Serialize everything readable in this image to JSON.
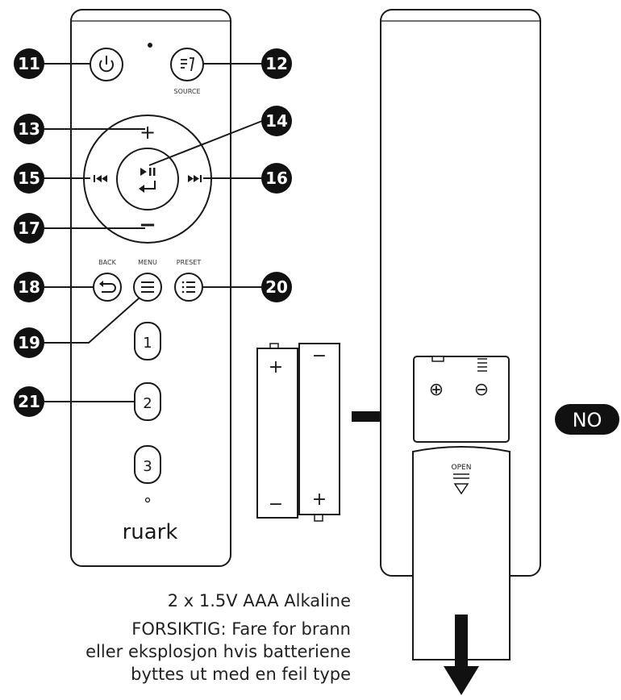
{
  "remote": {
    "brand": "ruark",
    "labels": {
      "source": "SOURCE",
      "back": "BACK",
      "menu": "MENU",
      "preset": "PRESET"
    },
    "presets": [
      "1",
      "2",
      "3"
    ],
    "volume_plus": "+",
    "volume_minus": "−"
  },
  "callouts": [
    "11",
    "12",
    "13",
    "14",
    "15",
    "16",
    "17",
    "18",
    "19",
    "20",
    "21"
  ],
  "battery": {
    "plus": "+",
    "minus": "−",
    "compartment_plus": "⊕",
    "compartment_minus": "⊖",
    "open_label": "OPEN"
  },
  "language_badge": "NO",
  "captions": {
    "battery_spec": "2 x 1.5V AAA Alkaline",
    "warning_line1": "FORSIKTIG: Fare for brann",
    "warning_line2": "eller eksplosjon hvis batteriene",
    "warning_line3": "byttes ut med en feil type"
  }
}
